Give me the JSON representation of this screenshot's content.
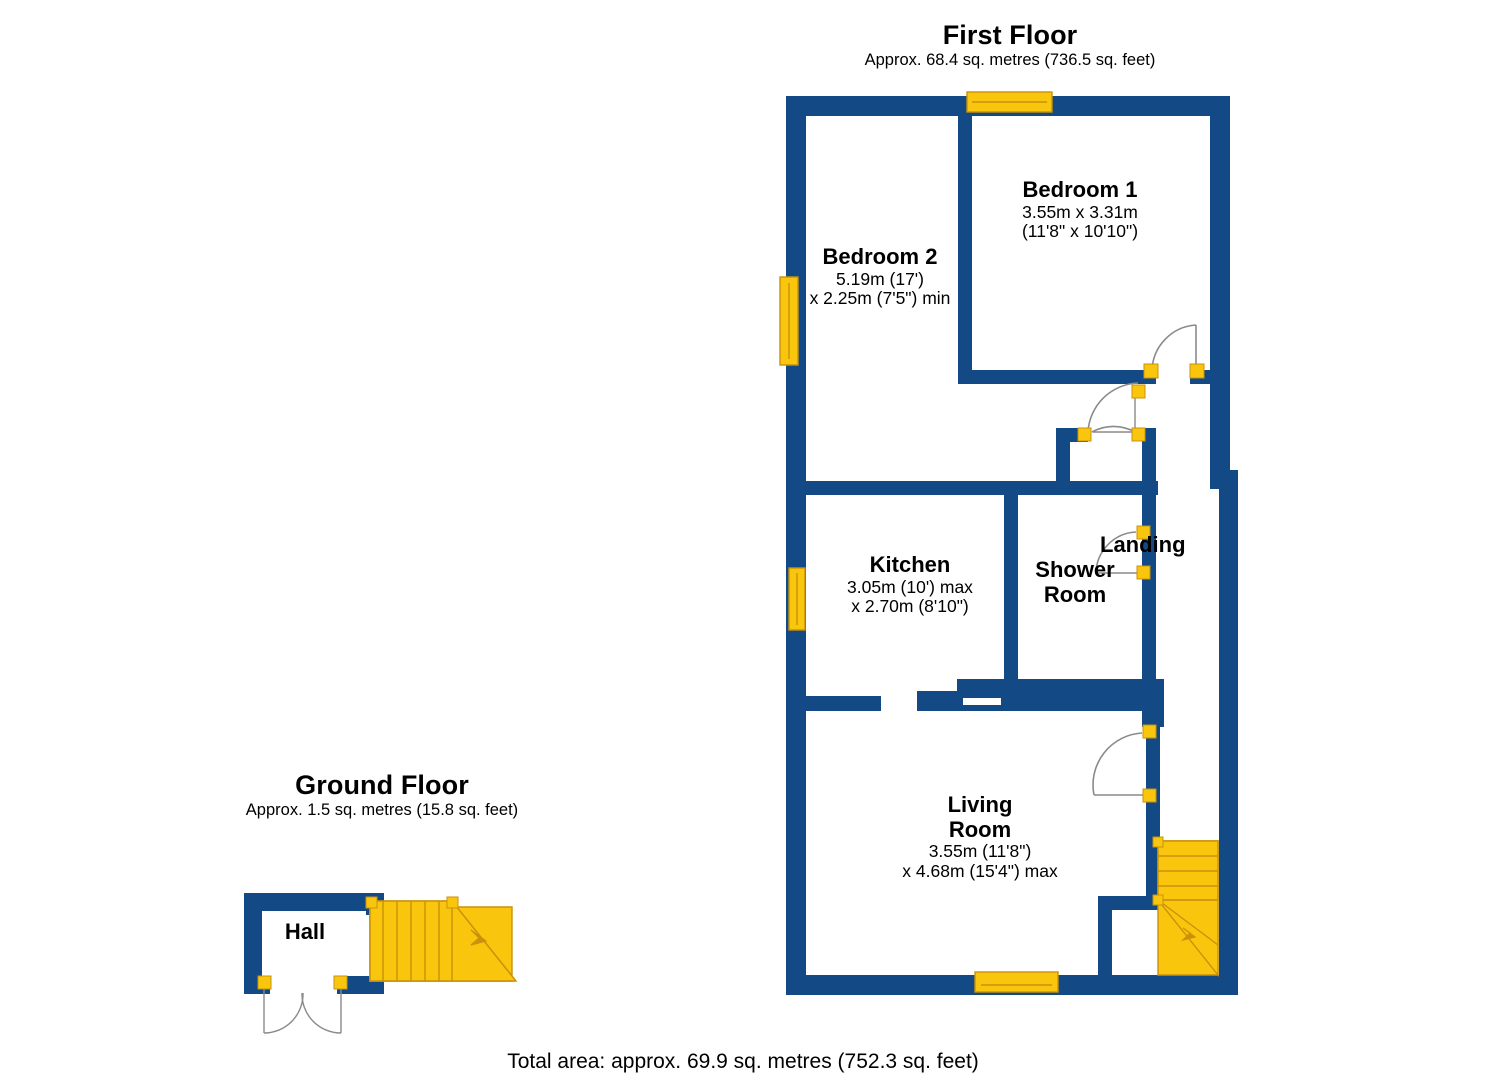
{
  "document": {
    "type": "floor-plan",
    "total_area_text": "Total area: approx. 69.9 sq. metres (752.3 sq. feet)",
    "colors": {
      "wall": "#134a86",
      "wall_dark": "#0e3f72",
      "feature": "#f9c50d",
      "feature_stroke": "#c9920a",
      "door_arc": "#8a8a8a",
      "text": "#000000",
      "background": "#ffffff"
    }
  },
  "floors": [
    {
      "id": "first-floor",
      "title": "First Floor",
      "subtitle": "Approx. 68.4 sq. metres (736.5 sq. feet)",
      "rooms": [
        {
          "id": "bedroom-1",
          "name": "Bedroom 1",
          "dim_metric": "3.55m x 3.31m",
          "dim_imperial": "(11'8\" x 10'10\")"
        },
        {
          "id": "bedroom-2",
          "name": "Bedroom 2",
          "dim_metric": "5.19m (17')",
          "dim_imperial": "x 2.25m (7'5\") min"
        },
        {
          "id": "kitchen",
          "name": "Kitchen",
          "dim_metric": "3.05m (10') max",
          "dim_imperial": "x 2.70m (8'10\")"
        },
        {
          "id": "shower-room",
          "name_line1": "Shower",
          "name_line2": "Room",
          "dim_metric": "",
          "dim_imperial": ""
        },
        {
          "id": "landing",
          "name": "Landing",
          "dim_metric": "",
          "dim_imperial": ""
        },
        {
          "id": "living-room",
          "name_line1": "Living",
          "name_line2": "Room",
          "dim_metric": "3.55m (11'8\")",
          "dim_imperial": "x 4.68m (15'4\") max"
        }
      ]
    },
    {
      "id": "ground-floor",
      "title": "Ground Floor",
      "subtitle": "Approx. 1.5 sq. metres (15.8 sq. feet)",
      "rooms": [
        {
          "id": "hall",
          "name": "Hall",
          "dim_metric": "",
          "dim_imperial": ""
        }
      ]
    }
  ],
  "features": {
    "windows": [
      {
        "id": "window-bedroom1-top",
        "orientation": "horizontal"
      },
      {
        "id": "window-bedroom2-left",
        "orientation": "vertical"
      },
      {
        "id": "window-kitchen-left",
        "orientation": "vertical"
      },
      {
        "id": "window-livingroom-bottom",
        "orientation": "horizontal"
      }
    ],
    "doors": [
      {
        "id": "door-bedroom1",
        "type": "swing"
      },
      {
        "id": "door-shower-room",
        "type": "swing"
      },
      {
        "id": "door-landing",
        "type": "swing"
      },
      {
        "id": "door-living-room",
        "type": "swing"
      },
      {
        "id": "door-hall-double",
        "type": "double-swing"
      }
    ],
    "stairs": [
      {
        "id": "stairs-first-floor",
        "direction": "down"
      },
      {
        "id": "stairs-ground-floor",
        "direction": "up"
      }
    ]
  }
}
